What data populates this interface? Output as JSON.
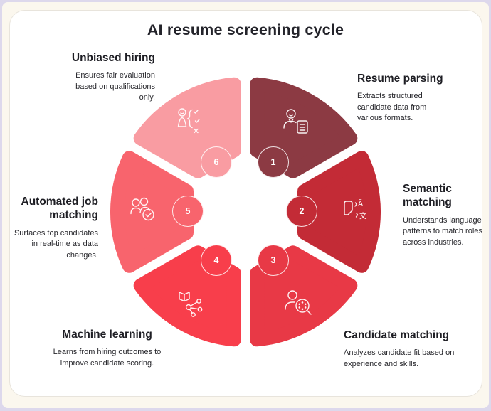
{
  "title": "AI resume screening cycle",
  "colors": {
    "frame": "#DDD8EC",
    "page_background": "#FBF7EE",
    "card_background": "#FFFFFF",
    "title_text": "#24242B"
  },
  "wheel": {
    "segments": [
      {
        "number": "1",
        "title": "Resume parsing",
        "description": "Extracts structured candidate data from various formats.",
        "color": "#8C3A43",
        "icon": "person-document-icon"
      },
      {
        "number": "2",
        "title": "Semantic matching",
        "description": "Understands language patterns to match roles across industries.",
        "color": "#C32B36",
        "icon": "language-document-icon"
      },
      {
        "number": "3",
        "title": "Candidate matching",
        "description": "Analyzes candidate fit based on experience and skills.",
        "color": "#E83946",
        "icon": "person-magnifier-icon"
      },
      {
        "number": "4",
        "title": "Machine learning",
        "description": "Learns from hiring outcomes to improve candidate scoring.",
        "color": "#F83E4B",
        "icon": "book-network-icon"
      },
      {
        "number": "5",
        "title": "Automated job matching",
        "description": "Surfaces top candidates in real-time as data changes.",
        "color": "#F8646D",
        "icon": "people-check-icon"
      },
      {
        "number": "6",
        "title": "Unbiased hiring",
        "description": "Ensures fair evaluation based on qualifications only.",
        "color": "#F99CA2",
        "icon": "person-decision-icon"
      }
    ]
  }
}
